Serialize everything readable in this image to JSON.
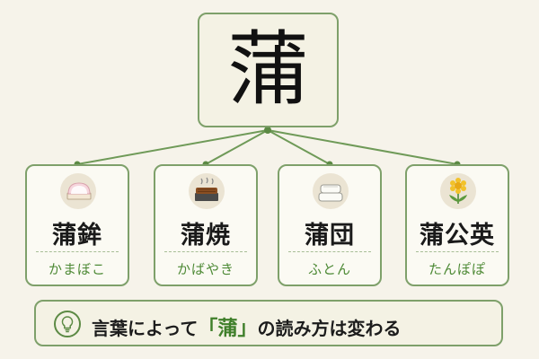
{
  "main_kanji": "蒲",
  "words": [
    {
      "word": "蒲鉾",
      "reading": "かまぼこ",
      "icon": "kamaboko-icon"
    },
    {
      "word": "蒲焼",
      "reading": "かばやき",
      "icon": "grilled-eel-icon"
    },
    {
      "word": "蒲団",
      "reading": "ふとん",
      "icon": "futon-icon"
    },
    {
      "word": "蒲公英",
      "reading": "たんぽぽ",
      "icon": "dandelion-icon"
    }
  ],
  "caption": {
    "before": "言葉によって",
    "open_quote": "「",
    "highlight": "蒲",
    "close_quote": "」",
    "after": "の読み方は変わる"
  },
  "colors": {
    "accent": "#7ea06a",
    "reading": "#4e8a36",
    "highlight": "#3f7f2a"
  }
}
